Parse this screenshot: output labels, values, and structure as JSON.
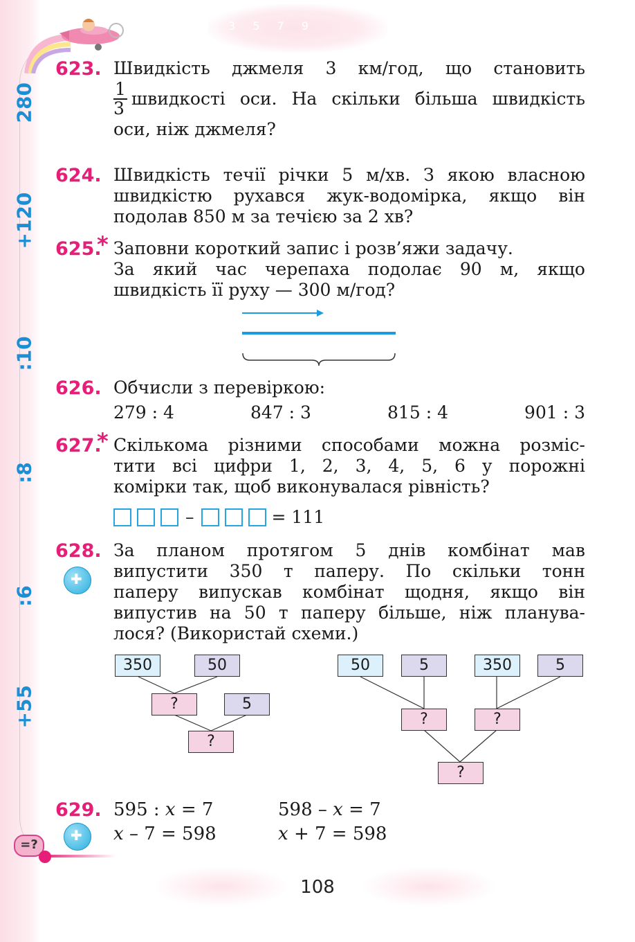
{
  "margin": {
    "labels": [
      "280",
      "+120",
      ":10",
      ":8",
      ":6",
      "+55"
    ],
    "equals_badge": "=?"
  },
  "cloud_digits": "3 5 7 9",
  "tasks": {
    "t623": {
      "number": "623.",
      "line1": "Швидкість джмеля 3 км/год, що становить",
      "frac_num": "1",
      "frac_den": "3",
      "line2": "швидкості оси. На скільки більша швидкість",
      "line3": "оси, ніж джмеля?"
    },
    "t624": {
      "number": "624.",
      "lines": [
        "Швидкість течії річки 5 м/хв. З якою власною",
        "швидкістю рухався жук-водомірка, якщо він",
        "подолав 850 м за течією за 2 хв?"
      ]
    },
    "t625": {
      "number": "625.",
      "star": "*",
      "lines": [
        "Заповни короткий запис і розв’яжи задачу.",
        "За який час черепаха подолає 90 м, якщо",
        "швидкість її руху — 300 м/год?"
      ]
    },
    "t626": {
      "number": "626.",
      "text": "Обчисли з перевіркою:",
      "exprs": [
        "279 : 4",
        "847 : 3",
        "815 : 4",
        "901 : 3"
      ]
    },
    "t627": {
      "number": "627.",
      "star": "*",
      "lines": [
        "Скількома різними способами можна розміс-",
        "тити всі цифри 1, 2, 3, 4, 5, 6 у порожні",
        "комірки так, щоб виконувалася рівність?"
      ],
      "minus": "–",
      "result": "= 111"
    },
    "t628": {
      "number": "628.",
      "lines": [
        "За планом протягом 5 днів комбінат мав",
        "випустити 350 т паперу. По скільки тонн",
        "паперу випускав комбінат щодня, якщо він",
        "випустив на 50 т паперу більше, ніж планува-",
        "лося? (Використай схеми.)"
      ],
      "schema_left": [
        "350",
        "50",
        "?",
        "5",
        "?"
      ],
      "schema_right": [
        "50",
        "5",
        "350",
        "5",
        "?",
        "?",
        "?"
      ]
    },
    "t629": {
      "number": "629.",
      "eq1a": "595 :",
      "eq1x": "x",
      "eq1b": "= 7",
      "eq2a": "598 –",
      "eq2x": "x",
      "eq2b": "= 7",
      "eq3x": "x",
      "eq3b": "– 7 = 598",
      "eq4x": "x",
      "eq4b": "+ 7 = 598"
    }
  },
  "page_number": "108",
  "colors": {
    "task_number": "#e61e78",
    "margin_label": "#1b8fd6",
    "arrow_blue": "#1b9be0"
  }
}
